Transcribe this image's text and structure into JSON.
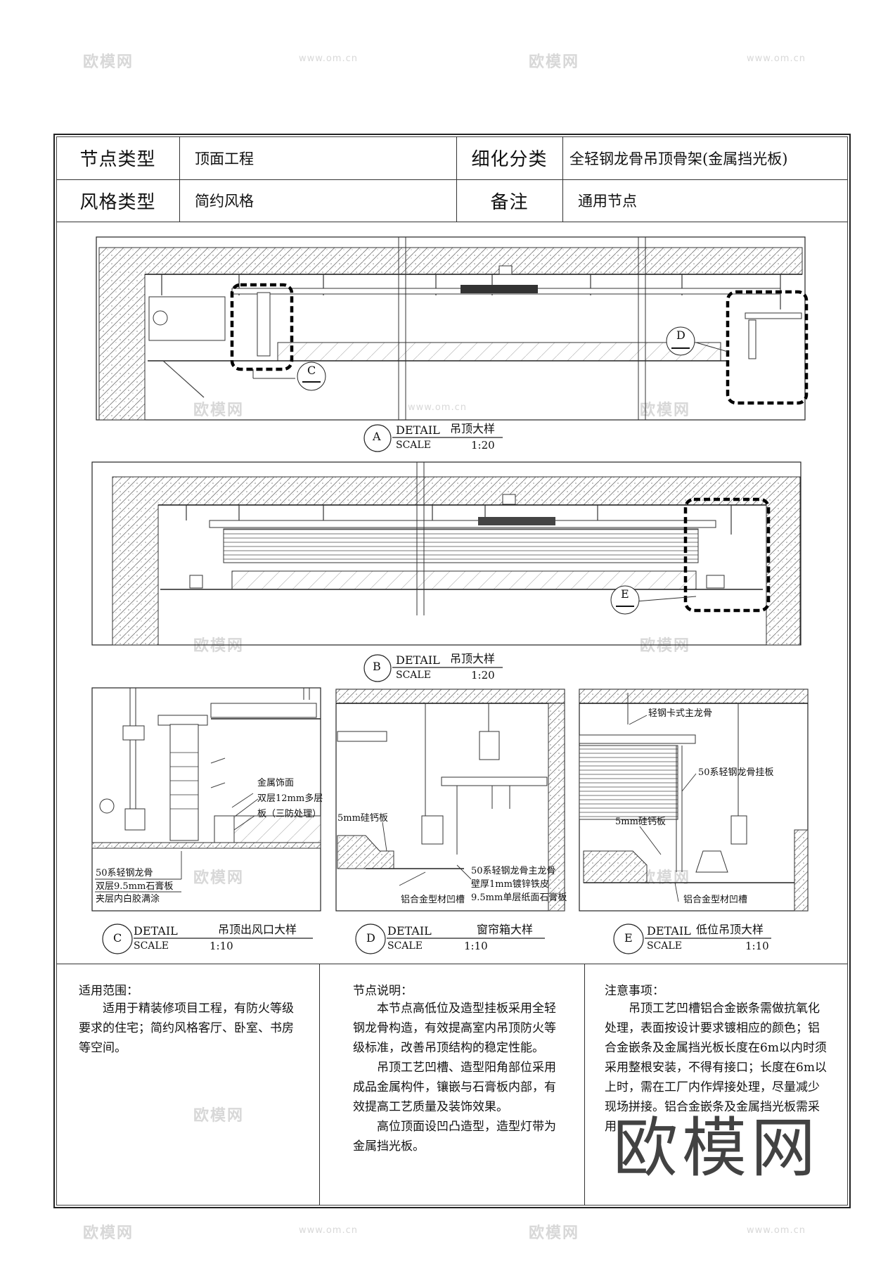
{
  "header": {
    "node_type_label": "节点类型",
    "node_type_value": "顶面工程",
    "sub_category_label": "细化分类",
    "sub_category_value": "全轻钢龙骨吊顶骨架(金属挡光板)",
    "style_label": "风格类型",
    "style_value": "简约风格",
    "remark_label": "备注",
    "remark_value": "通用节点"
  },
  "details": [
    {
      "mark": "A",
      "word": "DETAIL",
      "name": "吊顶大样",
      "scale_word": "SCALE",
      "scale": "1:20"
    },
    {
      "mark": "B",
      "word": "DETAIL",
      "name": "吊顶大样",
      "scale_word": "SCALE",
      "scale": "1:20"
    },
    {
      "mark": "C",
      "word": "DETAIL",
      "name": "吊顶出风口大样",
      "scale_word": "SCALE",
      "scale": "1:10"
    },
    {
      "mark": "D",
      "word": "DETAIL",
      "name": "窗帘箱大样",
      "scale_word": "SCALE",
      "scale": "1:10"
    },
    {
      "mark": "E",
      "word": "DETAIL",
      "name": "低位吊顶大样",
      "scale_word": "SCALE",
      "scale": "1:10"
    }
  ],
  "section_marks": {
    "c": "C",
    "d": "D",
    "e": "E"
  },
  "callouts": {
    "c1": "金属饰面",
    "c2": "双层12mm多层",
    "c3": "板（三防处理）",
    "c4": "50系轻钢龙骨",
    "c5": "双层9.5mm石膏板",
    "c6": "夹层内白胶满涂",
    "d1": "5mm硅钙板",
    "d2": "铝合金型材凹槽",
    "d3": "50系轻钢龙骨主龙骨",
    "d4": "壁厚1mm镀锌铁皮",
    "d5": "9.5mm单层纸面石膏板",
    "e1": "轻钢卡式主龙骨",
    "e2": "50系轻钢龙骨挂板",
    "e3": "5mm硅钙板",
    "e4": "铝合金型材凹槽"
  },
  "notes": {
    "scope_title": "适用范围：",
    "scope_text": "适用于精装修项目工程，有防火等级要求的住宅；简约风格客厅、卧室、书房等空间。",
    "desc_title": "节点说明：",
    "desc_p1": "本节点高低位及造型挂板采用全轻钢龙骨构造，有效提高室内吊顶防火等级标准，改善吊顶结构的稳定性能。",
    "desc_p2": "吊顶工艺凹槽、造型阳角部位采用成品金属构件，镶嵌与石膏板内部，有效提高工艺质量及装饰效果。",
    "desc_p3": "高位顶面设凹凸造型，造型灯带为金属挡光板。",
    "attention_title": "注意事项：",
    "attention_text": "吊顶工艺凹槽铝合金嵌条需做抗氧化处理，表面按设计要求镀相应的颜色；铝合金嵌条及金属挡光板长度在6m以内时须采用整根安装，不得有接口；长度在6m以上时，需在工厂内作焊接处理，尽量减少现场拼接。铝合金嵌条及金属挡光板需采用"
  },
  "watermark": {
    "brand": "欧模网",
    "url": "www.om.cn"
  }
}
